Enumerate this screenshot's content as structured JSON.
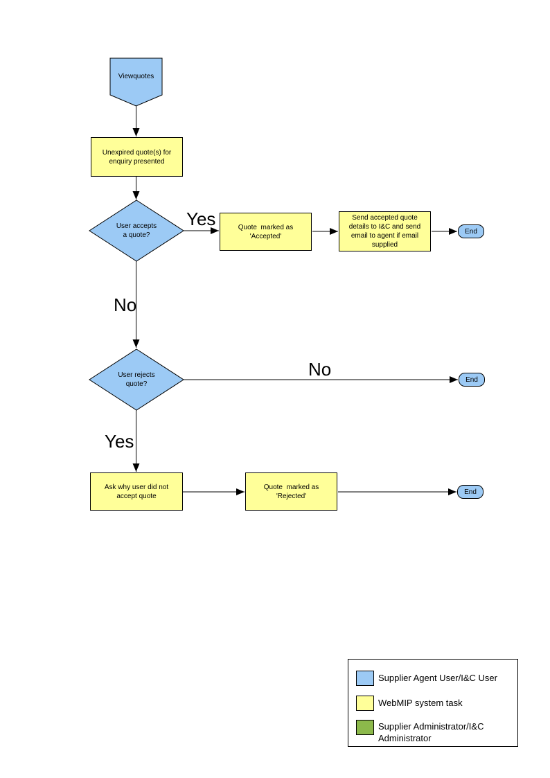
{
  "colors": {
    "actor_blue": "#9CCAF5",
    "task_yellow": "#FFFF99",
    "admin_green": "#8CB94B",
    "outline": "#000000"
  },
  "nodes": {
    "start": {
      "label": "Viewquotes"
    },
    "present_quotes": {
      "label": "Unexpired quote(s) for\nenquiry presented"
    },
    "accept_decision": {
      "label": "User accepts\na quote?"
    },
    "mark_accepted": {
      "label": "Quote  marked as\n'Accepted'"
    },
    "send_details": {
      "label": "Send accepted quote\ndetails to I&C and send\nemail to agent if email\nsupplied"
    },
    "end_accept": {
      "label": "End"
    },
    "reject_decision": {
      "label": "User rejects\nquote?"
    },
    "end_no_reject": {
      "label": "End"
    },
    "ask_why": {
      "label": "Ask why user did not\naccept quote"
    },
    "mark_rejected": {
      "label": "Quote  marked as\n'Rejected'"
    },
    "end_reject": {
      "label": "End"
    }
  },
  "edge_labels": {
    "accept_yes": "Yes",
    "accept_no": "No",
    "reject_no": "No",
    "reject_yes": "Yes"
  },
  "legend": {
    "items": [
      {
        "label": "Supplier Agent User/I&C User"
      },
      {
        "label": "WebMIP system task"
      },
      {
        "label": "Supplier Administrator/I&C\nAdministrator"
      }
    ]
  }
}
